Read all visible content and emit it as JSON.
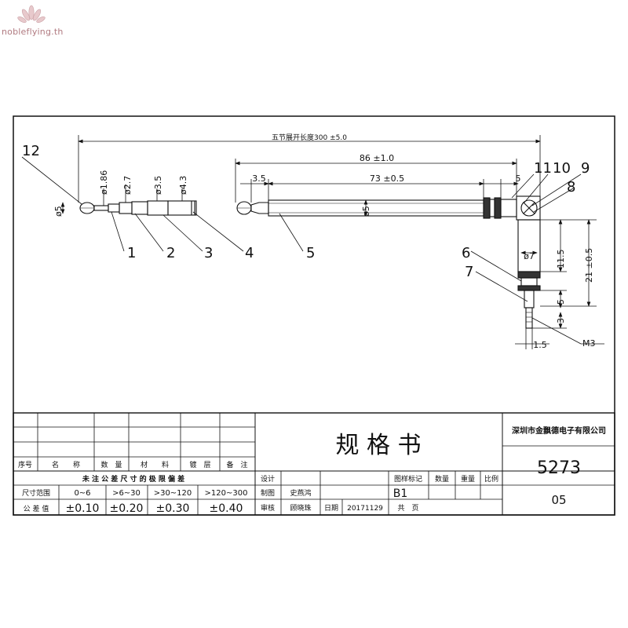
{
  "watermark": {
    "text": "nobleflying.th",
    "logo_icon": "lotus-icon"
  },
  "drawing": {
    "overall_length": "五节展开长度300 ±5.0",
    "tube_length": "86 ±1.0",
    "dim_3_5": "3.5",
    "dim_73": "73 ±0.5",
    "dim_5_top": "5",
    "dim_11_5": "11.5",
    "dim_21": "21 ±0.5",
    "dim_5_lower": "5",
    "dim_3": "3",
    "dim_1_5": "1.5",
    "thread": "M3",
    "dia_1_86": "ø1.86",
    "dia_2_7": "ø2.7",
    "dia_3_5": "ø3.5",
    "dia_4_3": "ø4.3",
    "dia_5_left": "ø5",
    "dia_5_tube": "ø5",
    "dia_7": "ø7",
    "callouts": [
      "1",
      "2",
      "3",
      "4",
      "5",
      "6",
      "7",
      "8",
      "9",
      "10",
      "11",
      "12"
    ]
  },
  "title_block": {
    "doc_title": "规 格 书",
    "company": "深圳市金飘德电子有限公司",
    "part_no": "5273",
    "sheet_code": "05",
    "bom_headers": [
      "序号",
      "名　　称",
      "数　量",
      "材　　料",
      "镀　层",
      "备　注"
    ],
    "tolerance_title": "未 注 公 差 尺 寸 的 极 限 偏 差",
    "size_range_label": "尺寸范围",
    "size_ranges": [
      "0~6",
      ">6~30",
      ">30~120",
      ">120~300"
    ],
    "tolerance_label": "公 差 值",
    "tolerances": [
      "±0.10",
      "±0.20",
      "±0.30",
      "±0.40"
    ],
    "roles": {
      "design": "设计",
      "draw": "制图",
      "check": "审核"
    },
    "names": {
      "draw": "史燕鸿",
      "check": "顾晓珠"
    },
    "date_label": "日期",
    "date": "20171129",
    "mark_headers": [
      "图样标记",
      "数量",
      "重量",
      "比例"
    ],
    "mark_value": "B1",
    "total_pages": "共　页"
  }
}
